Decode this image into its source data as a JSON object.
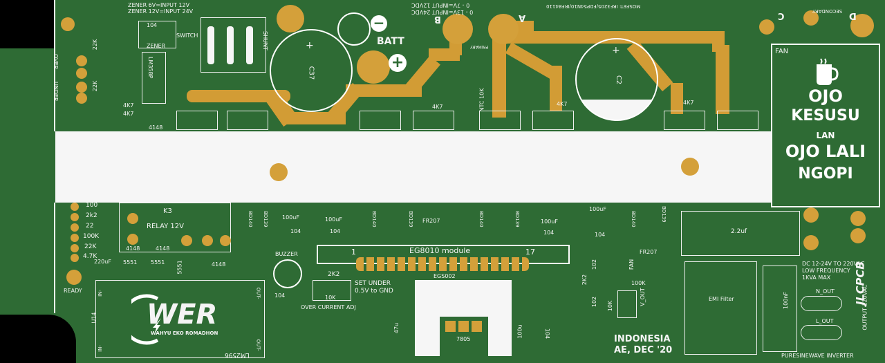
{
  "board": {
    "colors": {
      "solder_mask": "#2e6b34",
      "copper": "#d4a03a",
      "silkscreen": "#f4f4f4",
      "heatsink": "#f6f6f6"
    },
    "zener_lines": [
      "ZENER 6V=INPUT 12V",
      "ZENER 12V=INPUT 24V"
    ],
    "input_lines": [
      "0 - 13V=INPUT 24VDC",
      "0 - 7V=INPUT 12VDC"
    ],
    "mosfet_note": "MOSFET: IRF3205/FDP54N10/IRFB4110",
    "secondary": "SECONDARY",
    "terminals": {
      "a": "A",
      "b": "B",
      "c": "C",
      "d": "D"
    },
    "batt": "BATT",
    "switch": "SWITCH",
    "zener": "ZENER",
    "shunt": "SHUNT",
    "lm358": "LM358P",
    "c37": "C37",
    "c2": "C2",
    "primary": "PRIMARY",
    "ntc": "NTC 10K",
    "r4k7": "4K7",
    "r4148": "4148",
    "r22k": "22K",
    "r10k": "10K",
    "r104": "104",
    "over": "OVER",
    "under": "UNDER",
    "relay": "RELAY 12V",
    "k3": "K3",
    "res_values": [
      "100",
      "2k2",
      "22",
      "100K",
      "22K",
      "4.7K"
    ],
    "c220": "220uF",
    "ready": "READY",
    "bd139": "BD139",
    "bd140": "BD140",
    "c100uf": "100uF",
    "fr207": "FR207",
    "buzzer": "BUZZER",
    "module": {
      "title": "EG8010 module",
      "pin_start": "1",
      "pin_end": "17"
    },
    "egs002": "EGS002",
    "r2k2": "2K2",
    "r10k_pot": "10K",
    "set_under": "SET UNDER",
    "set_under_2": "0.5V to GND",
    "over_current": "OVER CURRENT ADJ",
    "r5551": "5551",
    "u14": "U14",
    "lm2596": "LM2596",
    "out_label": "OUT-",
    "in_label": "IN-",
    "logo_text": "WER",
    "logo_sub": "WAHYU EKO ROMADHON",
    "c47u": "47u",
    "c100u": "100u",
    "reg7805": "7805",
    "country": "INDONESIA",
    "date": "AE, DEC '20",
    "inverter_name": "PURESINEWAVE INVERTER",
    "specs": [
      "DC 12-24V TO 220VAC",
      "LOW FREQUENCY",
      "1KVA MAX"
    ],
    "output": "OUTPUT 220VAC",
    "n_out": "N_OUT",
    "l_out": "L_OUT",
    "jlcpcb": "JLCPCB",
    "emi": "EMI Filter",
    "c2_2uf": "2.2uf",
    "c100nf": "100nF",
    "fan_small": "FAN",
    "vout": "V_OUT",
    "r102": "102",
    "r100k": "100K",
    "fan_box": {
      "label": "FAN",
      "lines": [
        "OJO",
        "KESUSU",
        "LAN",
        "OJO LALI",
        "NGOPI"
      ],
      "icon": "coffee-cup-icon"
    }
  }
}
